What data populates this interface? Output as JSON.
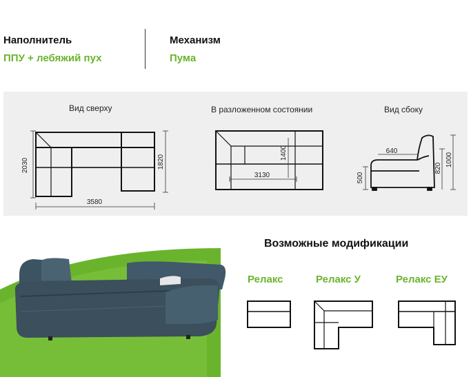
{
  "specs": {
    "filler": {
      "label": "Наполнитель",
      "value": "ППУ + лебяжий пух"
    },
    "mechanism": {
      "label": "Механизм",
      "value": "Пума"
    }
  },
  "views": {
    "top": {
      "caption": "Вид сверху",
      "width": "3580",
      "depth_left": "2030",
      "depth_right": "1820"
    },
    "unfolded": {
      "caption": "В разложенном состоянии",
      "length": "3130",
      "depth": "1400"
    },
    "side": {
      "caption": "Вид сбоку",
      "seat_depth": "640",
      "seat_height": "500",
      "back_height": "820",
      "total_height": "1000"
    }
  },
  "modifications": {
    "title": "Возможные модификации",
    "items": [
      {
        "name": "Релакс"
      },
      {
        "name": "Релакс У"
      },
      {
        "name": "Релакс ЕУ"
      }
    ]
  },
  "colors": {
    "accent": "#6ab42d",
    "panel": "#efefef",
    "sofa": "#3b4f5c"
  }
}
